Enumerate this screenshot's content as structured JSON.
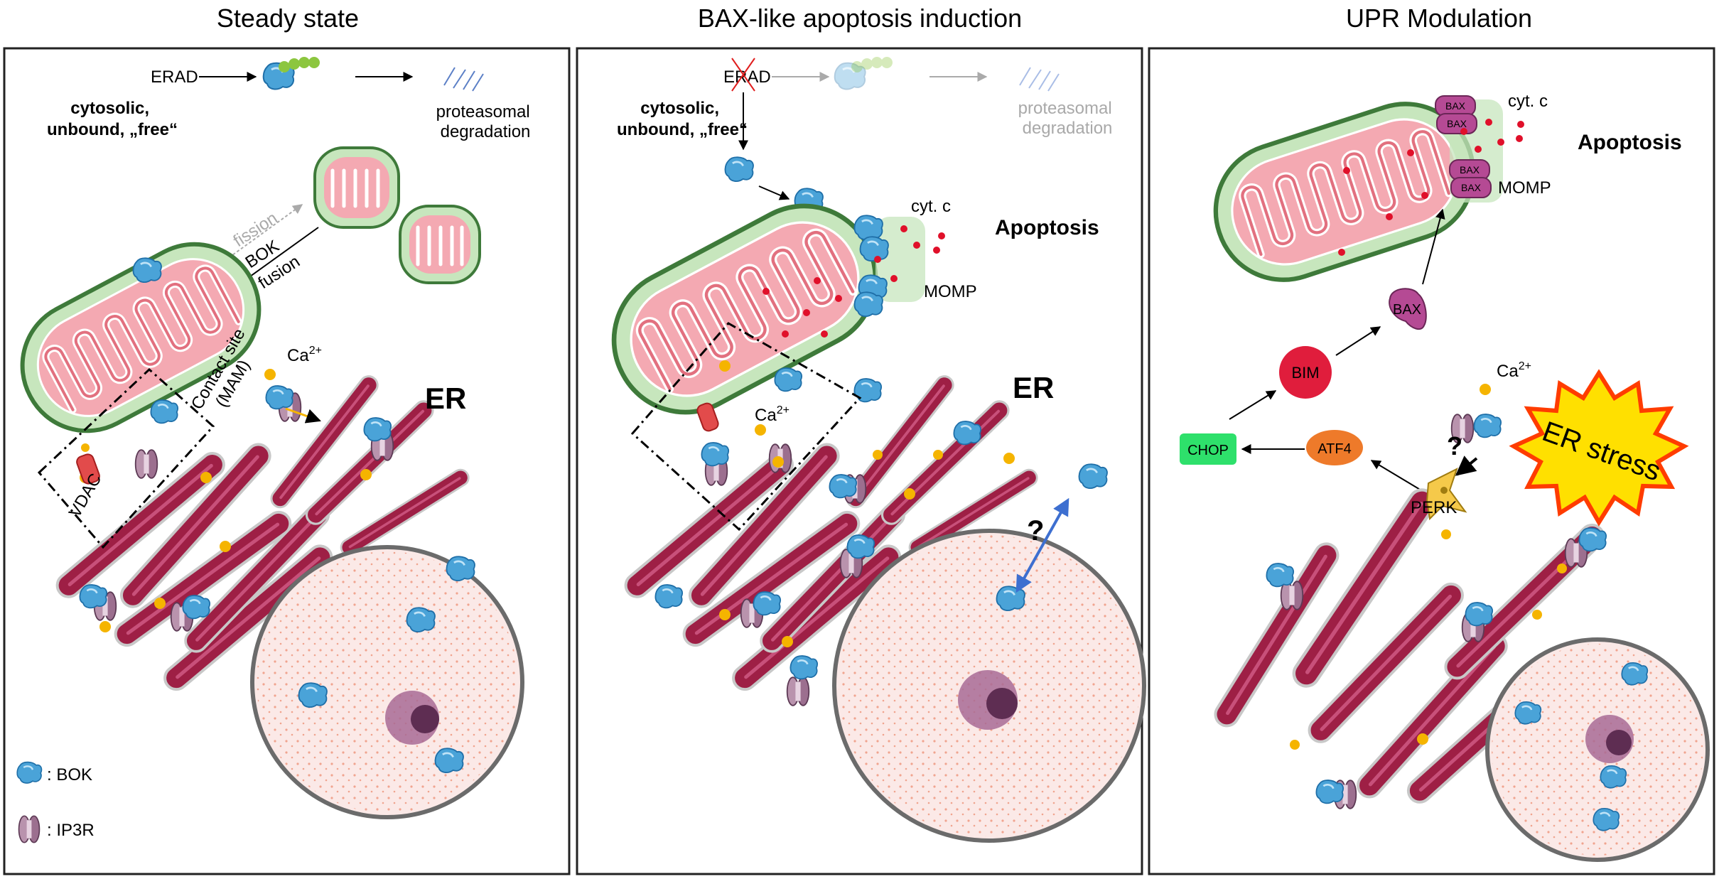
{
  "panels": [
    {
      "title": "Steady state",
      "erad": "ERAD",
      "cytosolic": [
        "cytosolic,",
        "unbound, „free“"
      ],
      "proteasomal": [
        "proteasomal",
        "degradation"
      ],
      "fission": "fission",
      "bok": "BOK",
      "fusion": "fusion",
      "contact": [
        "Contact site",
        "(MAM)"
      ],
      "ca": "Ca",
      "ca_sup": "2+",
      "er": "ER",
      "vdac": "VDAC",
      "legend_bok": ": BOK",
      "legend_ip3r": ": IP3R"
    },
    {
      "title": "BAX-like apoptosis induction",
      "erad": "ERAD",
      "cytosolic": [
        "cytosolic,",
        "unbound, „free“"
      ],
      "proteasomal": [
        "proteasomal",
        "degradation"
      ],
      "cytc": "cyt. c",
      "apoptosis": "Apoptosis",
      "momp": "MOMP",
      "ca": "Ca",
      "ca_sup": "2+",
      "er": "ER",
      "question": "?"
    },
    {
      "title": "UPR Modulation",
      "bax_small": "BAX",
      "cytc": "cyt. c",
      "apoptosis": "Apoptosis",
      "momp": "MOMP",
      "bax": "BAX",
      "bim": "BIM",
      "ca": "Ca",
      "ca_sup": "2+",
      "chop": "CHOP",
      "atf4": "ATF4",
      "question": "?",
      "perk": "PERK",
      "er_stress": "ER stress"
    }
  ],
  "colors": {
    "mito_outer": "#c7e6bd",
    "mito_edge": "#3e7a3a",
    "mito_inner": "#f4a9b2",
    "er": "#9e1f45",
    "bok": "#4aa3d8",
    "ip3r": "#9c6f8f",
    "calcium": "#f5b400",
    "cytc": "#e0102a",
    "nucleus": "#fbe9e7",
    "bim": "#e01d3c",
    "bax": "#b54a94",
    "chop": "#2ee06b",
    "atf4": "#ee7a2a",
    "er_stress": "#ffe000"
  },
  "icons": [
    "bok-protein-icon",
    "ip3r-channel-icon",
    "perk-icon",
    "er-stress-burst-icon",
    "mitochondrion-icon",
    "nucleus-icon"
  ]
}
